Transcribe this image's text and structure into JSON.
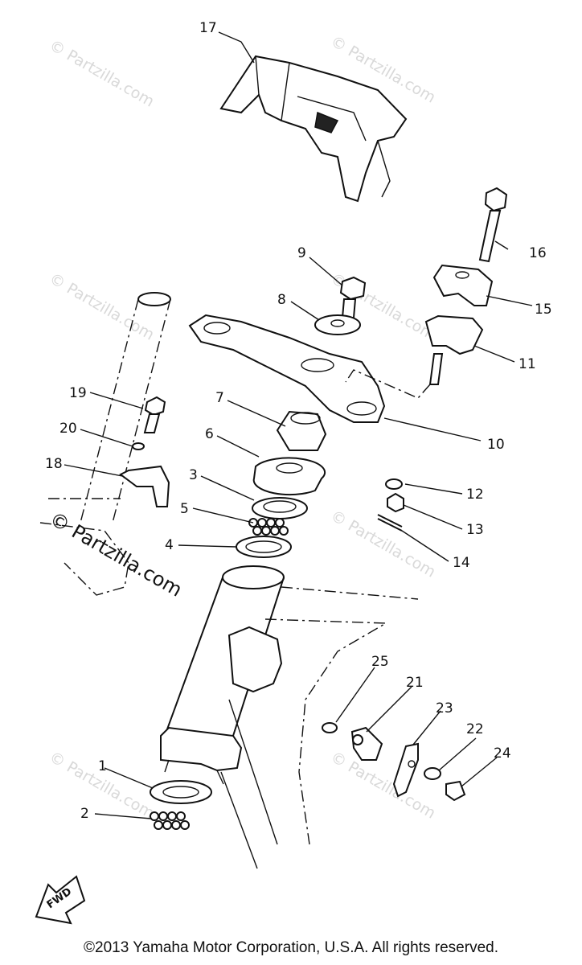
{
  "labels": {
    "p1": "1",
    "p2": "2",
    "p3": "3",
    "p4": "4",
    "p5": "5",
    "p6": "6",
    "p7": "7",
    "p8": "8",
    "p9": "9",
    "p10": "10",
    "p11": "11",
    "p12": "12",
    "p13": "13",
    "p14": "14",
    "p15": "15",
    "p16": "16",
    "p17": "17",
    "p18": "18",
    "p19": "19",
    "p20": "20",
    "p21": "21",
    "p22": "22",
    "p23": "23",
    "p24": "24",
    "p25": "25"
  },
  "watermark": "© Partzilla.com",
  "fwd": "FWD",
  "copyright": "©2013 Yamaha Motor Corporation, U.S.A. All rights reserved."
}
